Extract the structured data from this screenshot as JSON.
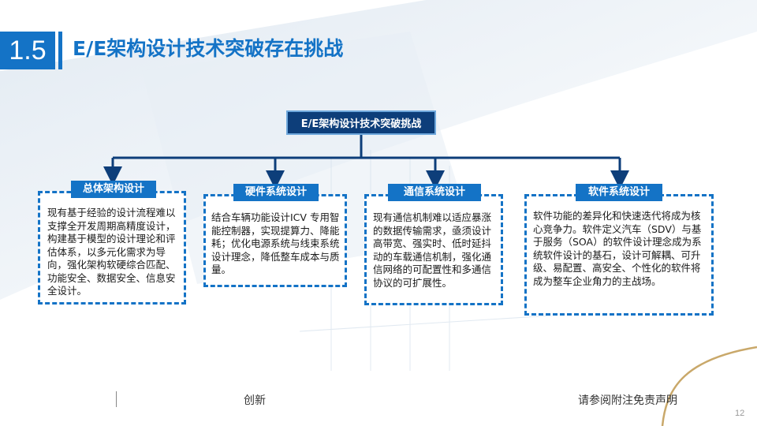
{
  "header": {
    "section_number": "1.5",
    "title": "E/E架构设计技术突破存在挑战"
  },
  "tree": {
    "root": "E/E架构设计技术突破挑战",
    "branches": [
      {
        "label": "总体架构设计",
        "text": "现有基于经验的设计流程难以支撑全开发周期高精度设计，构建基于模型的设计理论和评估体系，以多元化需求为导向，强化架构软硬综合匹配、功能安全、数据安全、信息安全设计。"
      },
      {
        "label": "硬件系统设计",
        "text": "结合车辆功能设计ICV 专用智能控制器，实现提算力、降能耗；优化电源系统与线束系统设计理念，降低整车成本与质量。"
      },
      {
        "label": "通信系统设计",
        "text": "现有通信机制难以适应暴涨的数据传输需求，亟须设计高带宽、强实时、低时延抖动的车载通信机制，强化通信网络的可配置性和多通信协议的可扩展性。"
      },
      {
        "label": "软件系统设计",
        "text": "软件功能的差异化和快速迭代将成为核心竞争力。软件定义汽车（SDV）与基于服务（SOA）的软件设计理念成为系统软件设计的基石，设计可解耦、可升级、易配置、高安全、个性化的软件将成为整车企业角力的主战场。"
      }
    ]
  },
  "footer": {
    "left_text": "创新",
    "right_text": "请参阅附注免责声明",
    "page_number": "12"
  },
  "colors": {
    "accent": "#1473c6",
    "root_fill": "#0d3e7a",
    "connector": "#0d3e7a",
    "gold_arc": "#c9a86a"
  }
}
